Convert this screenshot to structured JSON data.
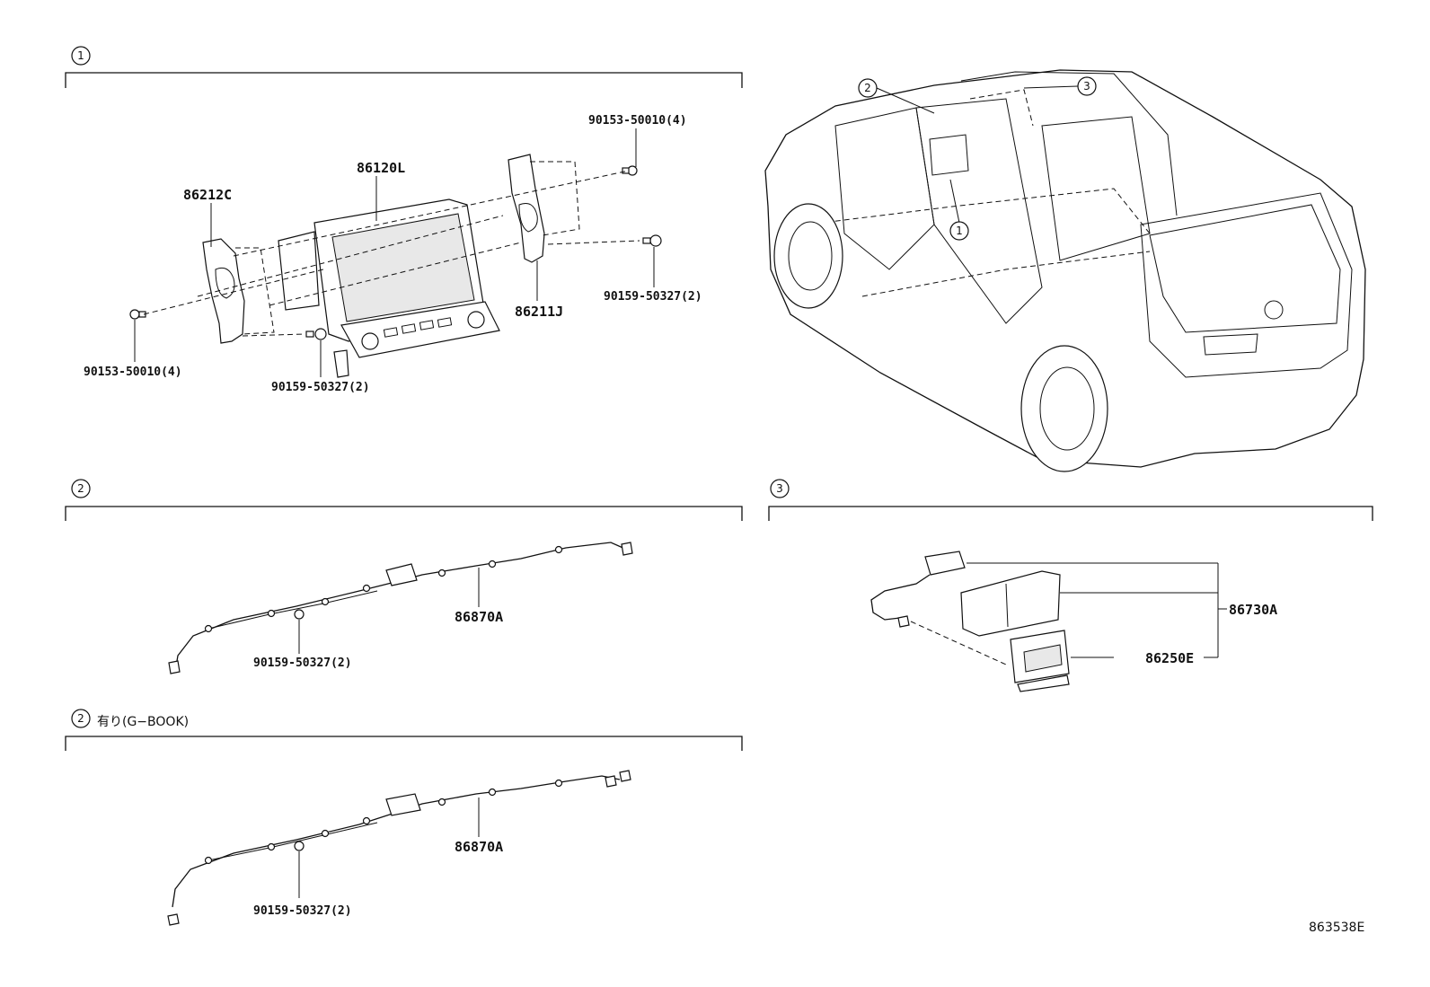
{
  "sections": {
    "s1": {
      "marker": "1"
    },
    "s2": {
      "marker": "2"
    },
    "s3": {
      "marker": "3"
    },
    "s2b": {
      "marker": "2",
      "caption": "有り(G−BOOK)"
    }
  },
  "vehicle": {
    "markers": [
      "1",
      "2",
      "3"
    ]
  },
  "parts": {
    "p86120L": "86120L",
    "p86212C": "86212C",
    "p86211J": "86211J",
    "p86870A_1": "86870A",
    "p86870A_2": "86870A",
    "p86730A": "86730A",
    "p86250E": "86250E"
  },
  "fasteners": {
    "f1": "90153-50010(4)",
    "f2": "90159-50327(2)",
    "f3": "90153-50010(4)",
    "f4": "90159-50327(2)",
    "f5": "90159-50327(2)",
    "f6": "90159-50327(2)"
  },
  "ref_code": "863538E"
}
